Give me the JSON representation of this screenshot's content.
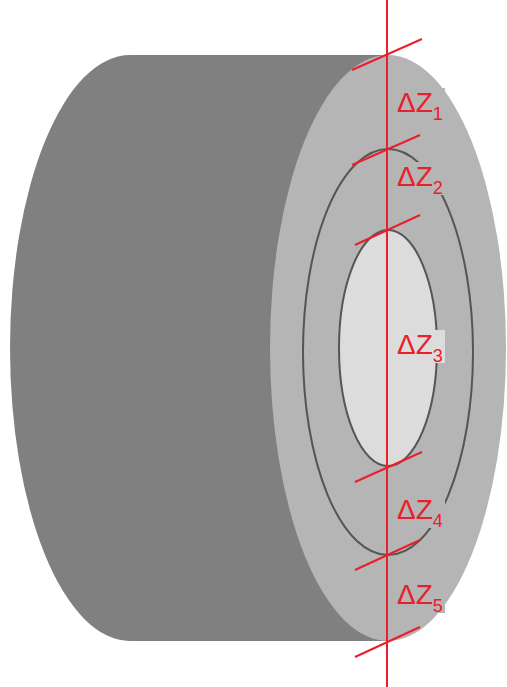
{
  "diagram": {
    "labels": [
      "ΔZ1",
      "ΔZ2",
      "ΔZ3",
      "ΔZ4",
      "ΔZ5"
    ]
  }
}
